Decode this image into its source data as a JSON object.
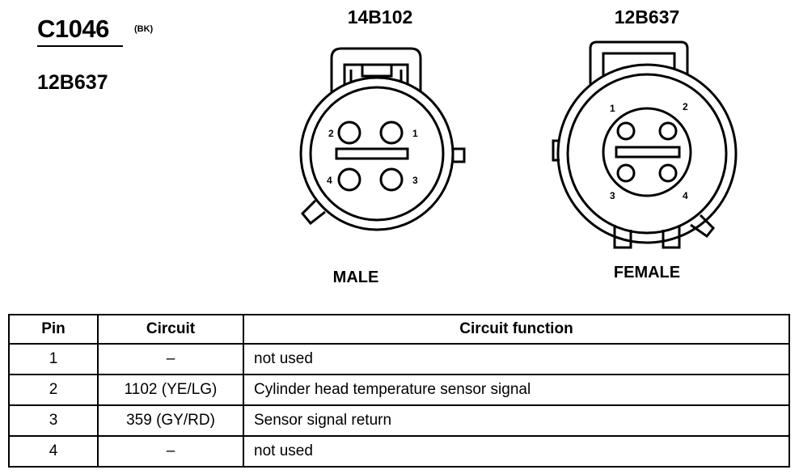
{
  "connector": {
    "id": "C1046",
    "color_code": "(BK)",
    "part_number": "12B637"
  },
  "views": {
    "male": {
      "part": "14B102",
      "label": "MALE",
      "pins": [
        "1",
        "2",
        "3",
        "4"
      ]
    },
    "female": {
      "part": "12B637",
      "label": "FEMALE",
      "pins": [
        "1",
        "2",
        "3",
        "4"
      ]
    }
  },
  "table": {
    "headers": [
      "Pin",
      "Circuit",
      "Circuit function"
    ],
    "rows": [
      [
        "1",
        "–",
        "not used"
      ],
      [
        "2",
        "1102 (YE/LG)",
        "Cylinder head temperature sensor signal"
      ],
      [
        "3",
        "359 (GY/RD)",
        "Sensor signal return"
      ],
      [
        "4",
        "–",
        "not used"
      ]
    ]
  }
}
